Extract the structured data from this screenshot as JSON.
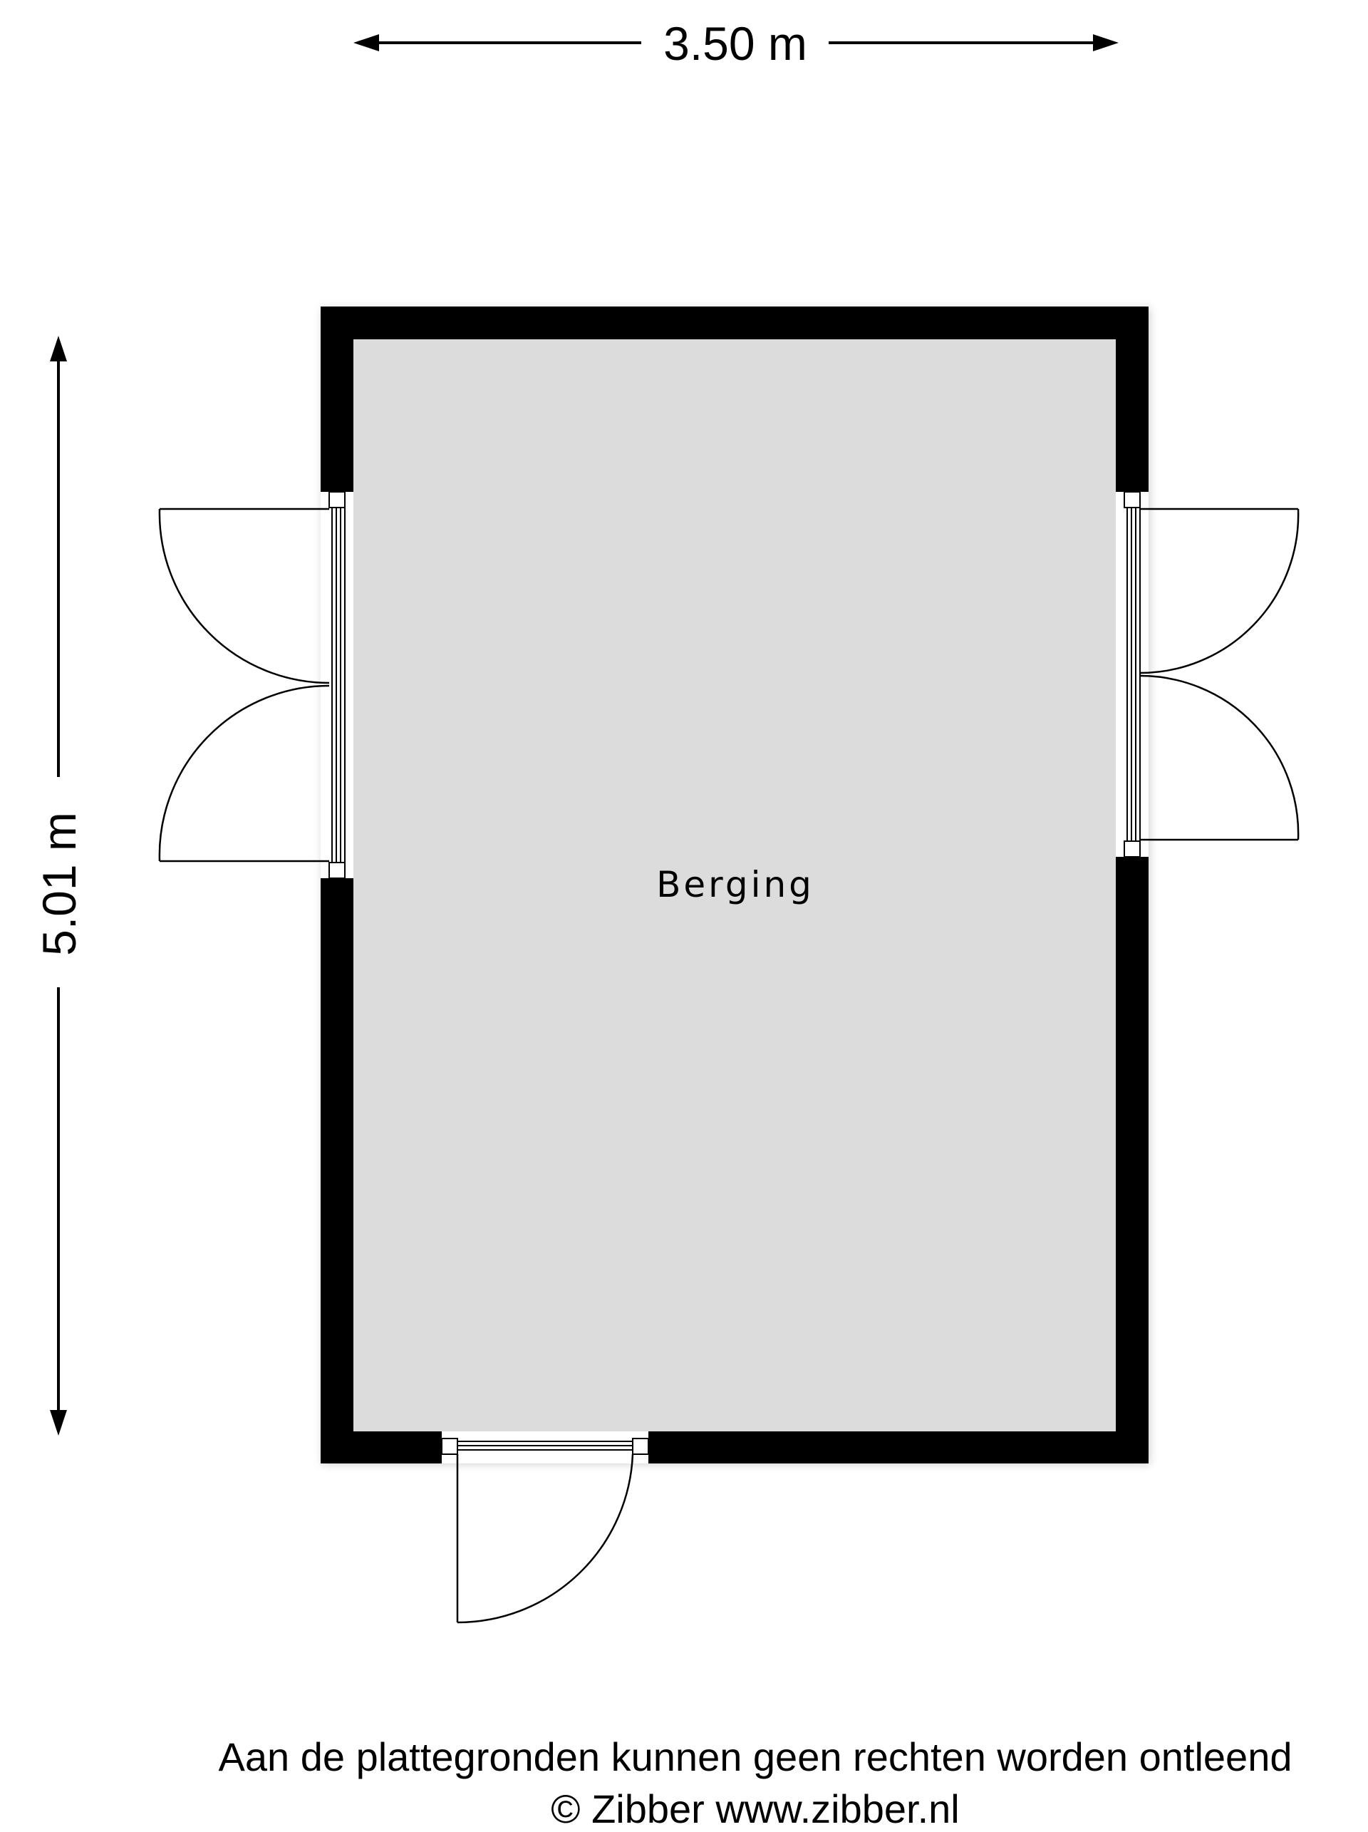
{
  "dimensions": {
    "width_label": "3.50 m",
    "height_label": "5.01 m"
  },
  "rooms": [
    {
      "name": "Berging"
    }
  ],
  "footer": {
    "disclaimer": "Aan de plattegronden kunnen geen rechten worden ontleend",
    "copyright": "© Zibber www.zibber.nl"
  },
  "colors": {
    "wall": "#000000",
    "floor": "#dcdcdc",
    "line": "#000000"
  }
}
